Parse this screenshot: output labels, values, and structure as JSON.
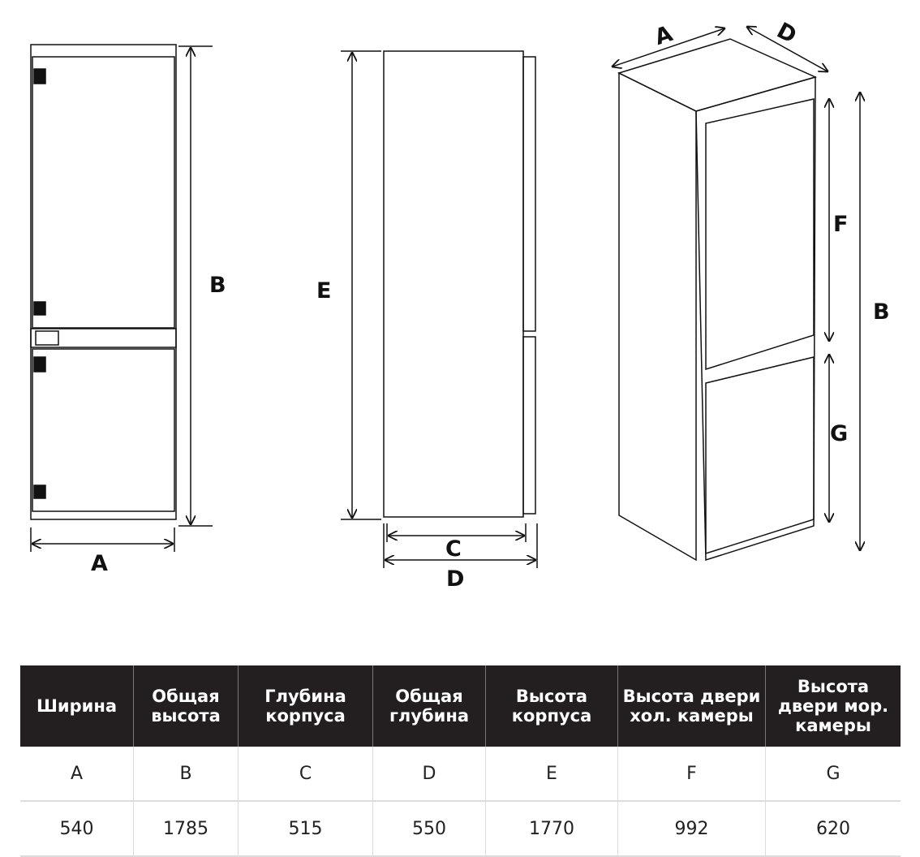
{
  "diagram_labels": {
    "front": {
      "width": "A",
      "height": "B"
    },
    "side": {
      "body_height": "E",
      "body_depth": "C",
      "total_depth": "D"
    },
    "iso": {
      "width": "A",
      "depth": "D",
      "fridge_door": "F",
      "total_height": "B",
      "freezer_door": "G"
    }
  },
  "table": {
    "headers": [
      "Ширина",
      "Общая высота",
      "Глубина корпуса",
      "Общая глубина",
      "Высота корпуса",
      "Высота двери хол. камеры",
      "Высота двери мор. камеры"
    ],
    "letters": [
      "A",
      "B",
      "C",
      "D",
      "E",
      "F",
      "G"
    ],
    "values": [
      "540",
      "1785",
      "515",
      "550",
      "1770",
      "992",
      "620"
    ]
  }
}
